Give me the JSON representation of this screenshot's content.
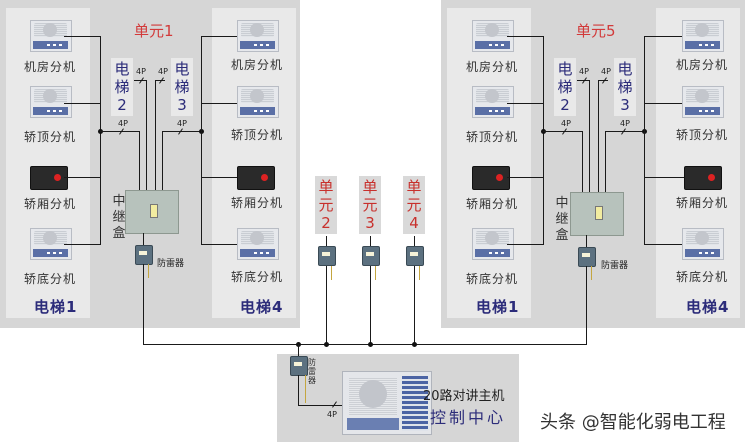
{
  "units": [
    {
      "title": "单元1",
      "elevator_left": "电梯1",
      "elevator_right": "电梯4",
      "elevator_mid_a": [
        "电",
        "梯",
        "2"
      ],
      "elevator_mid_b": [
        "电",
        "梯",
        "3"
      ],
      "left_devices": [
        "机房分机",
        "轿顶分机",
        "轿厢分机",
        "轿底分机"
      ],
      "right_devices": [
        "机房分机",
        "轿顶分机",
        "轿厢分机",
        "轿底分机"
      ],
      "relay_label": [
        "中",
        "继",
        "盒"
      ],
      "arrester_label": "防雷器",
      "cable_labels": [
        "4P",
        "4P",
        "4P",
        "4P"
      ]
    },
    {
      "title": "单元5",
      "elevator_left": "电梯1",
      "elevator_right": "电梯4",
      "elevator_mid_a": [
        "电",
        "梯",
        "2"
      ],
      "elevator_mid_b": [
        "电",
        "梯",
        "3"
      ],
      "left_devices": [
        "机房分机",
        "轿顶分机",
        "轿厢分机",
        "轿底分机"
      ],
      "right_devices": [
        "机房分机",
        "轿顶分机",
        "轿厢分机",
        "轿底分机"
      ],
      "relay_label": [
        "中",
        "继",
        "盒"
      ],
      "arrester_label": "防雷器",
      "cable_labels": [
        "4P",
        "4P",
        "4P",
        "4P"
      ]
    }
  ],
  "middle_units": [
    {
      "chars": [
        "单",
        "元",
        "2"
      ]
    },
    {
      "chars": [
        "单",
        "元",
        "3"
      ]
    },
    {
      "chars": [
        "单",
        "元",
        "4"
      ]
    }
  ],
  "control_center": {
    "host_label": "20路对讲主机",
    "title": "控制中心",
    "arrester_label": [
      "防",
      "雷",
      "器"
    ],
    "cable_label": "4P"
  },
  "watermark": "头条 @智能化弱电工程",
  "colors": {
    "unit_title": "#d23a3a",
    "elevator_label": "#2c2c7a",
    "panel_bg": "#d6d6d6",
    "column_bg": "#e9e9e9"
  }
}
